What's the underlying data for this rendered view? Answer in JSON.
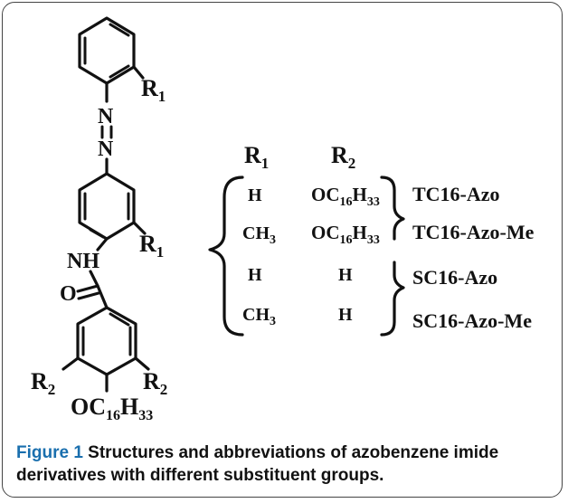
{
  "structure": {
    "substituent_r1": "R",
    "substituent_r1_sub": "1",
    "substituent_r2": "R",
    "substituent_r2_sub": "2",
    "azo_n": "N",
    "amide_nh": "NH",
    "carbonyl_o": "O",
    "alkoxy_prefix": "OC",
    "alkoxy_sub1": "16",
    "alkoxy_h": "H",
    "alkoxy_sub2": "33"
  },
  "table": {
    "header_r1": "R",
    "header_r1_sub": "1",
    "header_r2": "R",
    "header_r2_sub": "2",
    "rows": [
      {
        "r1": "H",
        "r1_sub": "",
        "r2_main": "OC",
        "r2_sub1": "16",
        "r2_h": "H",
        "r2_sub2": "33",
        "name": "TC16-Azo"
      },
      {
        "r1": "CH",
        "r1_sub": "3",
        "r2_main": "OC",
        "r2_sub1": "16",
        "r2_h": "H",
        "r2_sub2": "33",
        "name": "TC16-Azo-Me"
      },
      {
        "r1": "H",
        "r1_sub": "",
        "r2_main": "H",
        "r2_sub1": "",
        "r2_h": "",
        "r2_sub2": "",
        "name": "SC16-Azo"
      },
      {
        "r1": "CH",
        "r1_sub": "3",
        "r2_main": "H",
        "r2_sub1": "",
        "r2_h": "",
        "r2_sub2": "",
        "name": "SC16-Azo-Me"
      }
    ]
  },
  "caption": {
    "lead": "Figure 1",
    "text": " Structures and abbreviations of azobenzene imide derivatives with different substituent groups."
  }
}
